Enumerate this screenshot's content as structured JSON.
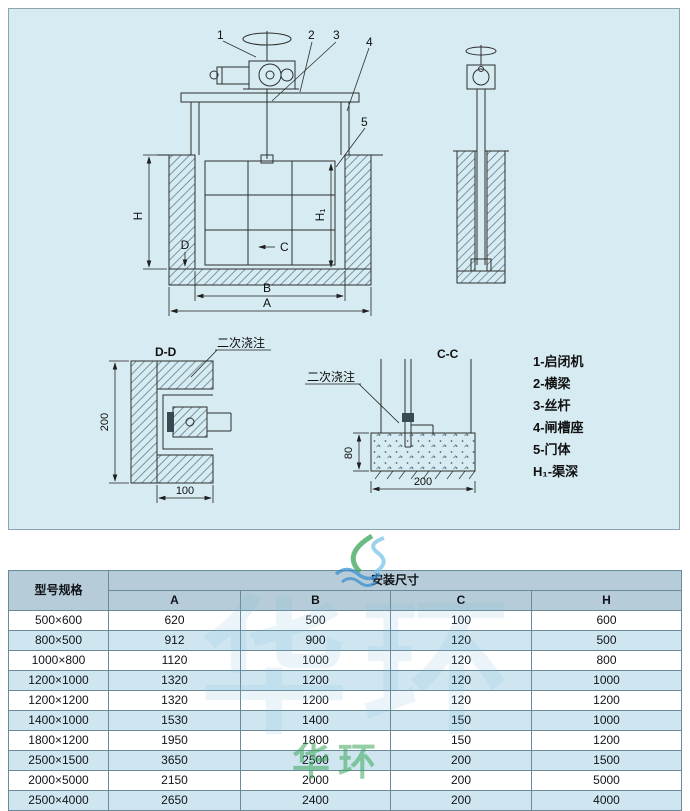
{
  "diagram": {
    "callouts": [
      "1",
      "2",
      "3",
      "4",
      "5"
    ],
    "dims": {
      "H": "H",
      "H1": "H₁",
      "A": "A",
      "B": "B",
      "C": "C",
      "D": "D"
    },
    "detail_dd": {
      "title": "D-D",
      "note": "二次浇注",
      "dim_v": "200",
      "dim_h": "100"
    },
    "detail_cc": {
      "title": "C-C",
      "note": "二次浇注",
      "dim_v": "80",
      "dim_h": "200"
    },
    "legend": [
      "1-启闭机",
      "2-横梁",
      "3-丝杆",
      "4-闸槽座",
      "5-门体",
      "H₁-渠深"
    ]
  },
  "watermark": {
    "text": "华环"
  },
  "table": {
    "model_header": "型号规格",
    "group_header": "安装尺寸",
    "columns": [
      "A",
      "B",
      "C",
      "H"
    ],
    "rows": [
      {
        "model": "500×600",
        "A": "620",
        "B": "500",
        "C": "100",
        "H": "600"
      },
      {
        "model": "800×500",
        "A": "912",
        "B": "900",
        "C": "120",
        "H": "500"
      },
      {
        "model": "1000×800",
        "A": "1120",
        "B": "1000",
        "C": "120",
        "H": "800"
      },
      {
        "model": "1200×1000",
        "A": "1320",
        "B": "1200",
        "C": "120",
        "H": "1000"
      },
      {
        "model": "1200×1200",
        "A": "1320",
        "B": "1200",
        "C": "120",
        "H": "1200"
      },
      {
        "model": "1400×1000",
        "A": "1530",
        "B": "1400",
        "C": "150",
        "H": "1000"
      },
      {
        "model": "1800×1200",
        "A": "1950",
        "B": "1800",
        "C": "150",
        "H": "1200"
      },
      {
        "model": "2500×1500",
        "A": "3650",
        "B": "2500",
        "C": "200",
        "H": "1500"
      },
      {
        "model": "2000×5000",
        "A": "2150",
        "B": "2000",
        "C": "200",
        "H": "5000"
      },
      {
        "model": "2500×4000",
        "A": "2650",
        "B": "2400",
        "C": "200",
        "H": "4000"
      }
    ]
  }
}
